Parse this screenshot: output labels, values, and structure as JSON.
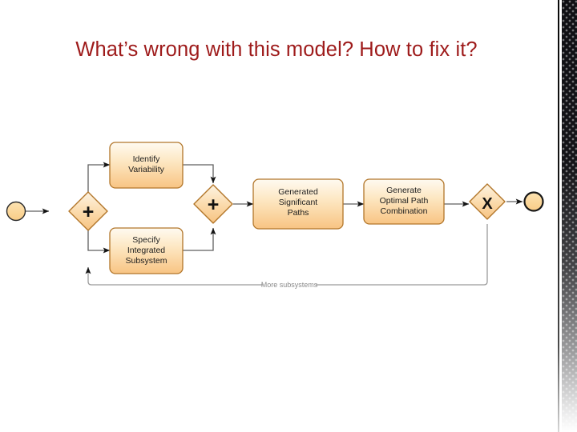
{
  "slide": {
    "title": "What’s wrong with this model? How to fix it?",
    "title_color": "#9e1b1b",
    "background_color": "#ffffff"
  },
  "decor": {
    "right_band_name": "right-edge-texture-band",
    "right_band_color_top": "#101014",
    "right_rule_color": "#0a0a0a"
  },
  "diagram": {
    "type": "bpmn-process",
    "palette": {
      "task_fill_top": "#fdf3e0",
      "task_fill_bottom": "#f9c98b",
      "task_stroke": "#b57b2a",
      "gateway_fill_top": "#fdf2de",
      "gateway_fill_bottom": "#f8c98d",
      "gateway_stroke": "#b57b2a",
      "event_fill": "#fbd89a",
      "event_stroke": "#171717",
      "flow_stroke": "#5f5f5f",
      "loop_stroke": "#9a9a9a",
      "label_color": "#1d1d1d",
      "edge_label_color": "#8a8a8a"
    },
    "nodes": [
      {
        "id": "start",
        "kind": "start-event",
        "label": ""
      },
      {
        "id": "split",
        "kind": "parallel-gateway",
        "label": "+"
      },
      {
        "id": "task1",
        "kind": "task",
        "label": "Identify\nVariability",
        "lines": [
          "Identify",
          "Variability"
        ]
      },
      {
        "id": "task2",
        "kind": "task",
        "label": "Specify\nIntegrated\nSubsystem",
        "lines": [
          "Specify",
          "Integrated",
          "Subsystem"
        ]
      },
      {
        "id": "join",
        "kind": "parallel-gateway",
        "label": "+"
      },
      {
        "id": "task3",
        "kind": "task",
        "label": "Generated\nSignificant\nPaths",
        "lines": [
          "Generated",
          "Significant",
          "Paths"
        ]
      },
      {
        "id": "task4",
        "kind": "task",
        "label": "Generate\nOptimal Path\nCombination",
        "lines": [
          "Generate",
          "Optimal Path",
          "Combination"
        ]
      },
      {
        "id": "xor",
        "kind": "exclusive-gateway",
        "label": "X"
      },
      {
        "id": "end",
        "kind": "end-event",
        "label": ""
      }
    ],
    "edges": [
      {
        "from": "start",
        "to": "split",
        "label": ""
      },
      {
        "from": "split",
        "to": "task1",
        "label": ""
      },
      {
        "from": "split",
        "to": "task2",
        "label": ""
      },
      {
        "from": "task1",
        "to": "join",
        "label": ""
      },
      {
        "from": "task2",
        "to": "join",
        "label": ""
      },
      {
        "from": "join",
        "to": "task3",
        "label": ""
      },
      {
        "from": "task3",
        "to": "task4",
        "label": ""
      },
      {
        "from": "task4",
        "to": "xor",
        "label": ""
      },
      {
        "from": "xor",
        "to": "end",
        "label": ""
      },
      {
        "from": "xor",
        "to": "task2",
        "label": "More subsystems"
      }
    ],
    "loop_label": "More subsystems"
  }
}
